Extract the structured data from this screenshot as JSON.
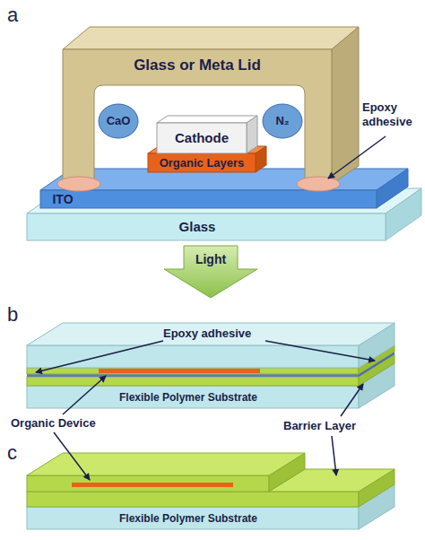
{
  "diagram": {
    "nodes": [
      {
        "text": [
          "Glass or Meta Lid"
        ]
      },
      {
        "text": [
          "CaO"
        ],
        "in": 0
      },
      {
        "text": [
          "N₂"
        ],
        "in": 0
      },
      {
        "text": [
          "Cathode"
        ]
      },
      {
        "text": [
          "Organic Layers"
        ]
      },
      {
        "text": [
          "ITO"
        ]
      },
      {
        "text": [
          "Glass"
        ]
      },
      {
        "text": [
          "Light"
        ]
      },
      {
        "text": [
          "Flexible Polymer Substrate"
        ]
      },
      {
        "text": [
          "Flexible Polymer Substrate"
        ]
      }
    ],
    "labels": [
      "a",
      "Epoxy adhesive",
      "b",
      "Epoxy adhesive",
      "Organic Device",
      "Barrier Layer",
      "c"
    ]
  }
}
